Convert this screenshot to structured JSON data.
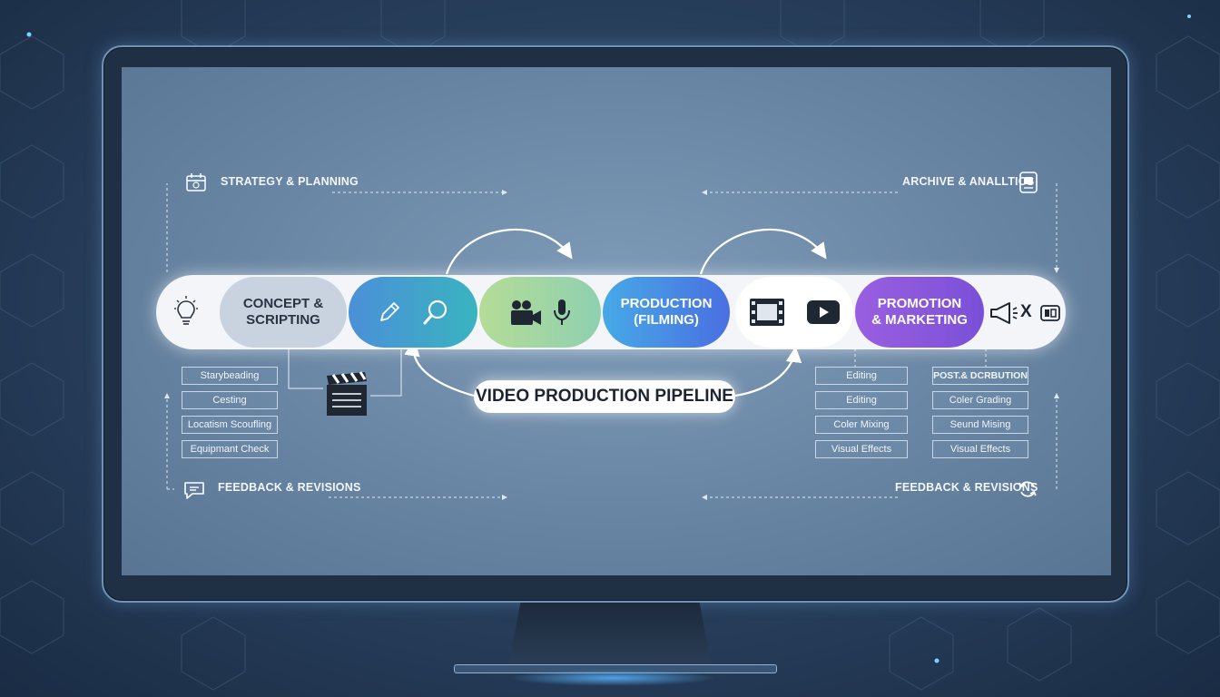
{
  "diagram": {
    "title": "VIDEO PRODUCTION PIPELINE",
    "top_left_label": "STRATEGY & PLANNING",
    "top_right_label": "ARCHIVE & ANALLTICS",
    "bottom_left_label": "FEEDBACK & REVISIONS",
    "bottom_right_label": "FEEDBACK & REVISIONS",
    "stages": [
      {
        "label": "CONCEPT &\nSCRIPTING",
        "color": "#c8d3df"
      },
      {
        "label": "",
        "color": "#3aa6c9"
      },
      {
        "label": "",
        "color": "#a6d89a"
      },
      {
        "label": "PRODUCTION\n(FILMING)",
        "color": "#3e74de"
      },
      {
        "label": "",
        "color": "#ffffff"
      },
      {
        "label": "PROMOTION\n& MARKETING",
        "color": "#8a58dc"
      }
    ],
    "left_tasks": [
      "Starybeading",
      "Cesting",
      "Locatism Scoufling",
      "Equipmant Check"
    ],
    "mid_tasks": [
      "Editing",
      "Editing",
      "Coler Mixing",
      "Visual Effects"
    ],
    "right_tasks": [
      "POST.& DCRBUTION",
      "Coler Grading",
      "Seund Mising",
      "Visual Effects"
    ],
    "end_text": "X"
  }
}
